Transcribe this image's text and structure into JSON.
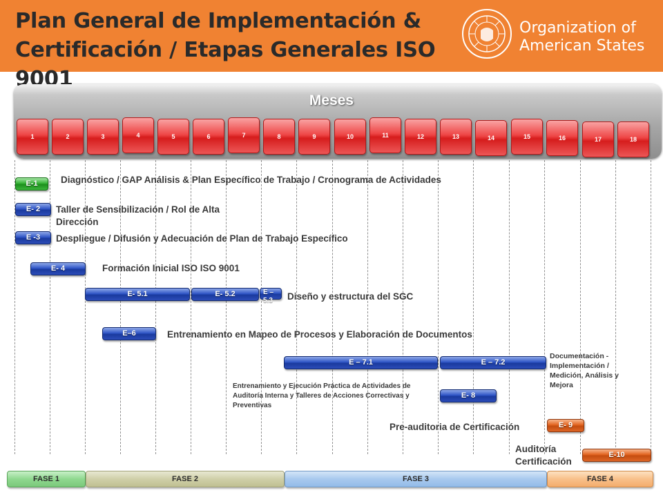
{
  "title": "Plan General de Implementación & Certificación / Etapas Generales ISO 9001",
  "organization": {
    "line1": "Organization of",
    "line2": "American States",
    "logo_icon": "oas-seal-icon"
  },
  "meses_label": "Meses",
  "months": [
    "1",
    "2",
    "3",
    "4",
    "5",
    "6",
    "7",
    "8",
    "9",
    "10",
    "11",
    "12",
    "13",
    "14",
    "15",
    "16",
    "17",
    "18"
  ],
  "stages": [
    {
      "code": "E-1",
      "label": "Diagnóstico / GAP Análisis  &  Plan Específico de Trabajo / Cronograma de Actividades"
    },
    {
      "code": "E- 2",
      "label": "Taller de Sensibilización / Rol de Alta Dirección"
    },
    {
      "code": "E -3",
      "label": "Despliegue / Difusión  y Adecuación de Plan de Trabajo Específico"
    },
    {
      "code": "E- 4",
      "label": "Formación Inicial  ISO ISO 9001"
    },
    {
      "code": "E- 5.1",
      "label": ""
    },
    {
      "code": "E- 5.2",
      "label": ""
    },
    {
      "code": "E – 5.3",
      "label": "Diseño y estructura del SGC"
    },
    {
      "code": "E–6",
      "label": "Entrenamiento en Mapeo de Procesos y Elaboración de Documentos"
    },
    {
      "code": "E – 7.1",
      "label": "Entrenamiento  y Ejecución Práctica de Actividades de Auditoría Interna y Talleres de Acciones Correctivas y Preventivas"
    },
    {
      "code": "E – 7.2",
      "label": "Documentación - Implementación / Medición, Análisis y Mejora"
    },
    {
      "code": "E- 8",
      "label": ""
    },
    {
      "code": "E-  9",
      "label": "Pre-auditoria de Certificación"
    },
    {
      "code": "E-10",
      "label": "Auditoría Certificación"
    }
  ],
  "phases": [
    "FASE  1",
    "FASE  2",
    "FASE  3",
    "FASE  4"
  ],
  "colors": {
    "header": "#f08232",
    "stage_blue": "#2f55c6",
    "stage_green": "#35b235",
    "stage_orange": "#e26420",
    "month_red": "#e53030"
  }
}
